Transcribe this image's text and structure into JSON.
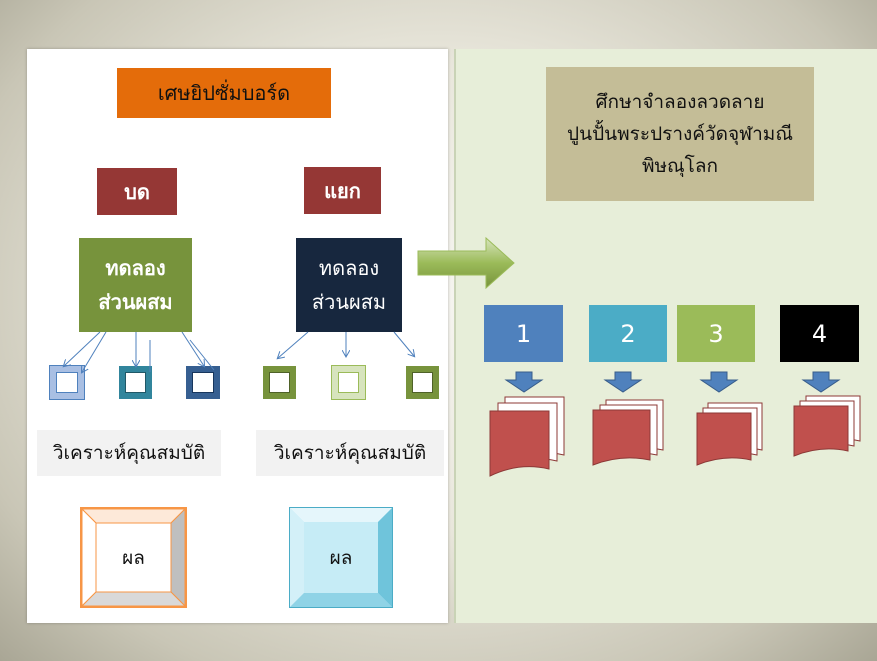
{
  "title": "เศษยิปซั่มบอร์ด",
  "right_title": {
    "line1": "ศึกษาจำลองลวดลาย",
    "line2": "ปูนปั้นพระปรางค์วัดจุฬามณี",
    "line3": "พิษณุโลก"
  },
  "methods": {
    "left": "บด",
    "right": "แยก"
  },
  "trials": {
    "left": {
      "line1": "ทดลอง",
      "line2": "ส่วนผสม"
    },
    "right": {
      "line1": "ทดลอง",
      "line2": "ส่วนผสม"
    }
  },
  "analysis": {
    "left": "วิเคราะห์คุณสมบัติ",
    "right": "วิเคราะห์คุณสมบัติ"
  },
  "results": {
    "left": "ผล",
    "right": "ผล"
  },
  "steps": [
    "1",
    "2",
    "3",
    "4"
  ],
  "colors": {
    "title_bg": "#e46c0a",
    "method_bg": "#953735",
    "trial_left_bg": "#77933c",
    "trial_right_bg": "#17273e",
    "right_title_bg": "#c4bd97",
    "step1": "#4f81bd",
    "step2": "#4bacc6",
    "step3": "#9bbb59",
    "step4": "#000000",
    "document": "#c0504d"
  }
}
